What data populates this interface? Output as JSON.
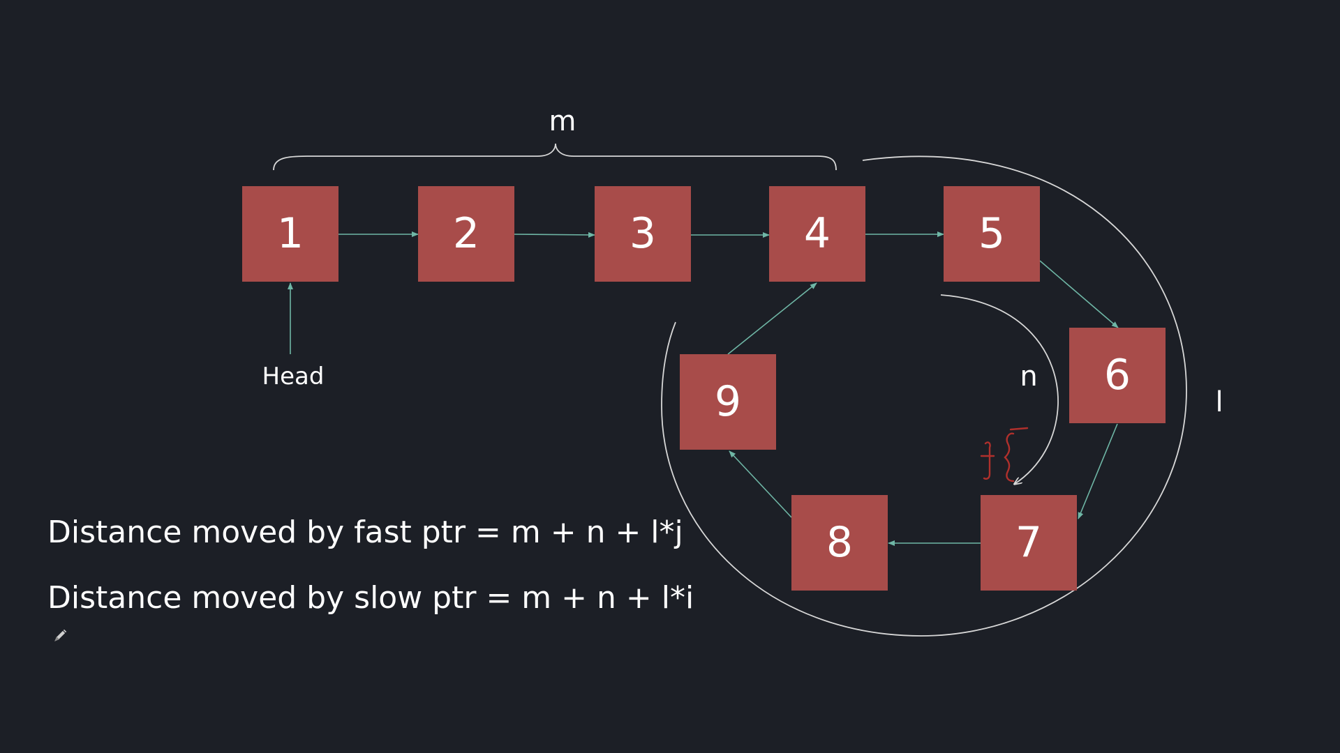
{
  "labels": {
    "m": "m",
    "n": "n",
    "l": "l",
    "head": "Head"
  },
  "nodes": [
    {
      "id": "1",
      "label": "1"
    },
    {
      "id": "2",
      "label": "2"
    },
    {
      "id": "3",
      "label": "3"
    },
    {
      "id": "4",
      "label": "4"
    },
    {
      "id": "5",
      "label": "5"
    },
    {
      "id": "6",
      "label": "6"
    },
    {
      "id": "7",
      "label": "7"
    },
    {
      "id": "8",
      "label": "8"
    },
    {
      "id": "9",
      "label": "9"
    }
  ],
  "edges": [
    [
      "1",
      "2"
    ],
    [
      "2",
      "3"
    ],
    [
      "3",
      "4"
    ],
    [
      "4",
      "5"
    ],
    [
      "5",
      "6"
    ],
    [
      "6",
      "7"
    ],
    [
      "7",
      "8"
    ],
    [
      "8",
      "9"
    ],
    [
      "9",
      "4"
    ]
  ],
  "formulas": {
    "fast": "Distance moved by fast ptr = m + n + l*j",
    "slow": "Distance moved by slow ptr = m + n + l*i"
  },
  "colors": {
    "background": "#1c1f26",
    "node_fill": "#a84c4a",
    "arrow": "#6fb7a6",
    "curve": "#d8d8d8",
    "scribble": "#b0302c"
  },
  "icons": {
    "cursor": "pencil-icon"
  }
}
